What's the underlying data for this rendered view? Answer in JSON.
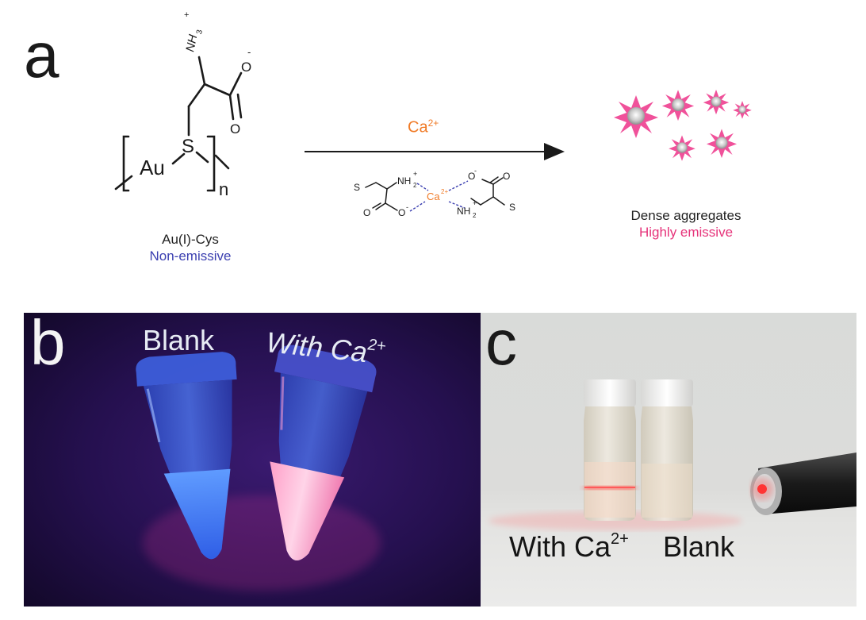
{
  "panels": {
    "a": {
      "letter": "a",
      "compound": {
        "atom_labels": {
          "au": "Au",
          "s": "S",
          "n": "n",
          "nh3": "NH",
          "nh3_sub": "3",
          "charge_plus": "+",
          "charge_minus": "-",
          "oxygen": "O"
        },
        "name": "Au(I)-Cys",
        "property": "Non-emissive"
      },
      "reagent": {
        "label": "Ca",
        "charge": "2+"
      },
      "complex": {
        "labels": {
          "s": "S",
          "nh2": "NH",
          "nh2_sub": "2",
          "ca": "Ca",
          "ca_charge": "2+",
          "o": "O",
          "plus": "+",
          "minus": "-"
        }
      },
      "product": {
        "name": "Dense aggregates",
        "property": "Highly emissive"
      }
    },
    "b": {
      "letter": "b",
      "labels": {
        "blank": "Blank",
        "with_ca": "With Ca",
        "with_ca_charge": "2+"
      }
    },
    "c": {
      "letter": "c",
      "labels": {
        "with_ca": "With Ca",
        "with_ca_charge": "2+",
        "blank": "Blank"
      }
    }
  },
  "colors": {
    "non_emissive": "#3b3fb0",
    "highly_emissive": "#e6337a",
    "calcium": "#f07a26",
    "bond_dash": "#3b3fb0"
  }
}
